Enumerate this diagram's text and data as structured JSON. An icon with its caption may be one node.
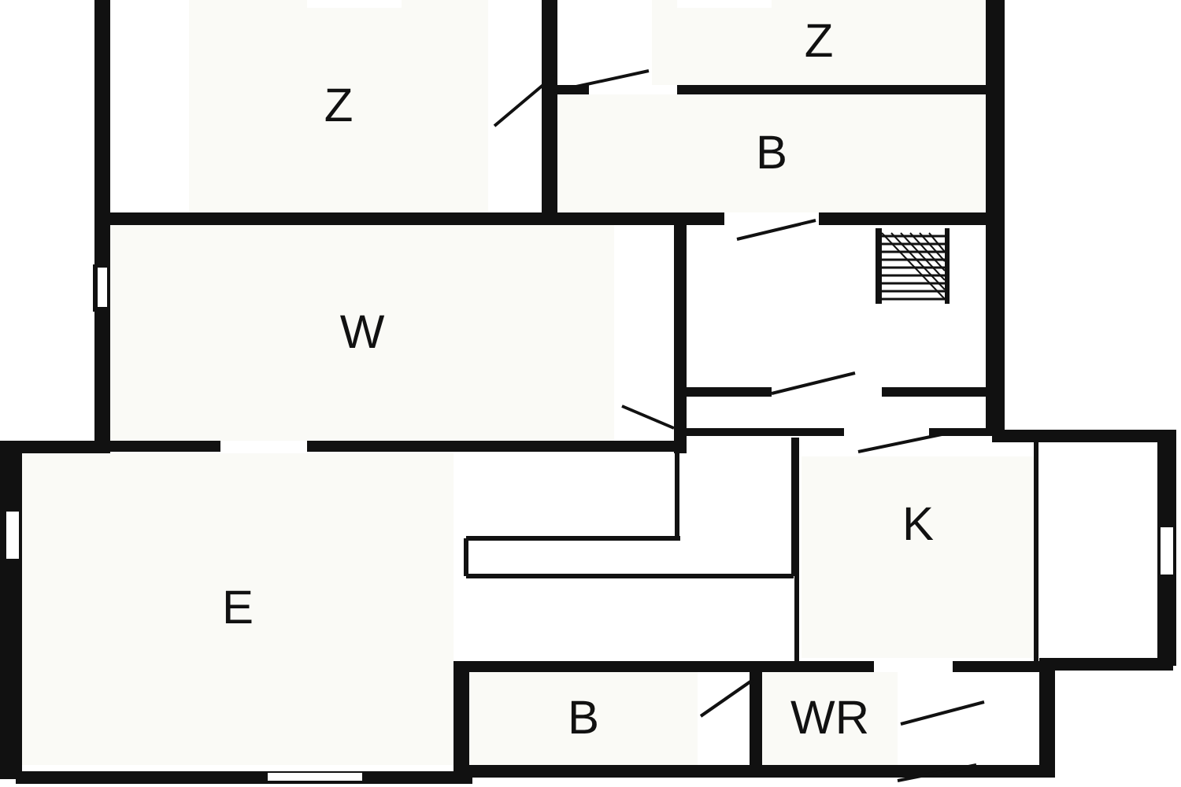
{
  "diagram": {
    "nodes": [
      {
        "text": [
          "Z"
        ]
      },
      {
        "text": [
          "Z"
        ]
      },
      {
        "text": [
          "B"
        ]
      },
      {
        "text": [
          "W"
        ]
      },
      {
        "text": [
          "K"
        ]
      },
      {
        "text": [
          "E"
        ]
      },
      {
        "text": [
          "B"
        ]
      },
      {
        "text": [
          "WR"
        ]
      }
    ],
    "edges": []
  }
}
